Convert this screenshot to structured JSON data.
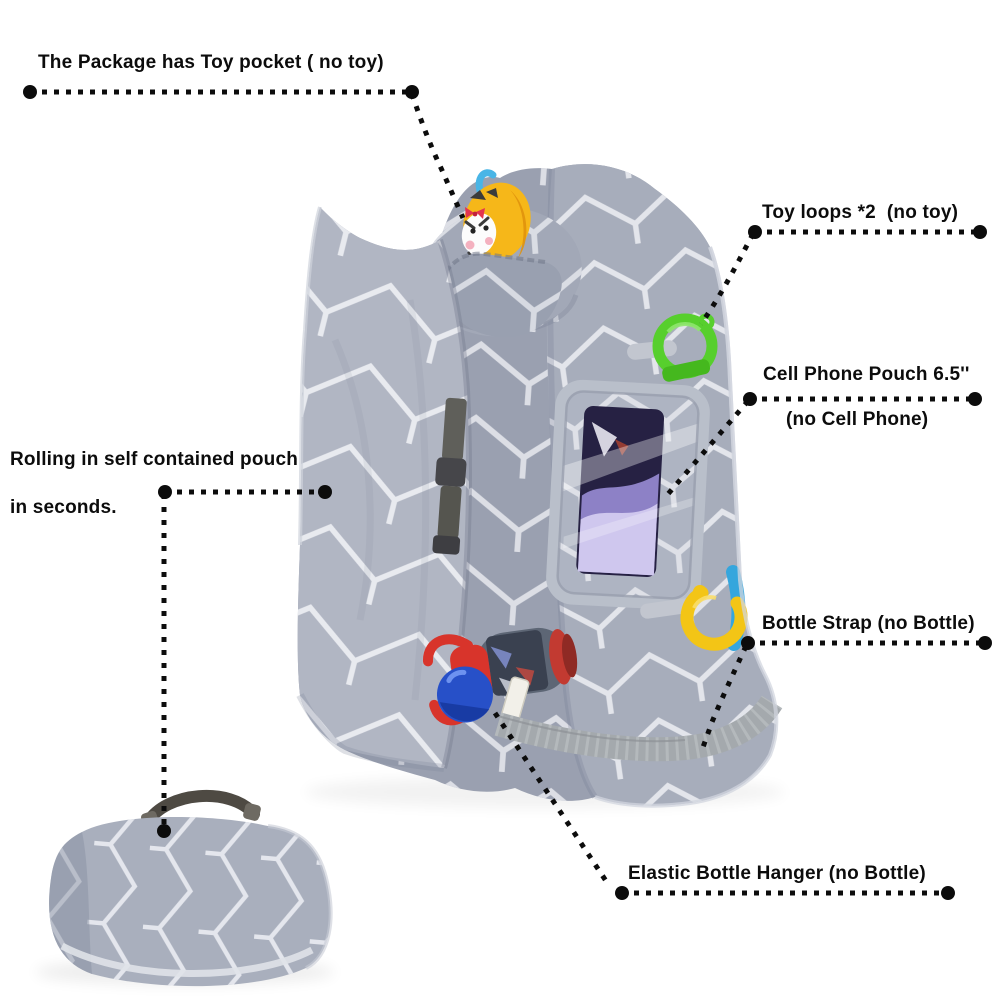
{
  "figure": {
    "kind": "annotated product photo",
    "subject": "grey herringbone shopping-cart / high-chair cover with accessories"
  },
  "labels": {
    "toy_pocket": "The Package has Toy pocket ( no toy)",
    "toy_loops": "Toy loops *2  (no toy)",
    "phone_pouch_line1": "Cell Phone Pouch 6.5''",
    "phone_pouch_line2": "(no Cell Phone)",
    "bottle_strap": "Bottle Strap (no Bottle)",
    "bottle_hanger": "Elastic Bottle Hanger (no Bottle)",
    "rolling_line1": "Rolling in self contained pouch",
    "rolling_line2": "in seconds."
  },
  "colors": {
    "fabric_grey": "#a6acba",
    "fabric_flap": "#b1b6c3",
    "fabric_shadow": "#8a91a3",
    "pattern_white": "#f2f3f7",
    "ring_green": "#57cf2d",
    "ring_yellow": "#f3c516",
    "clip_blue": "#35a6dd",
    "bottle_cap_blue": "#2750c8",
    "bottle_red": "#d8342b",
    "toy_yellow": "#f6b719",
    "strap_webbing": "#a4a9ad",
    "handle_dark": "#4e4a43",
    "leader_black": "#0c0c0c",
    "background": "#ffffff"
  }
}
